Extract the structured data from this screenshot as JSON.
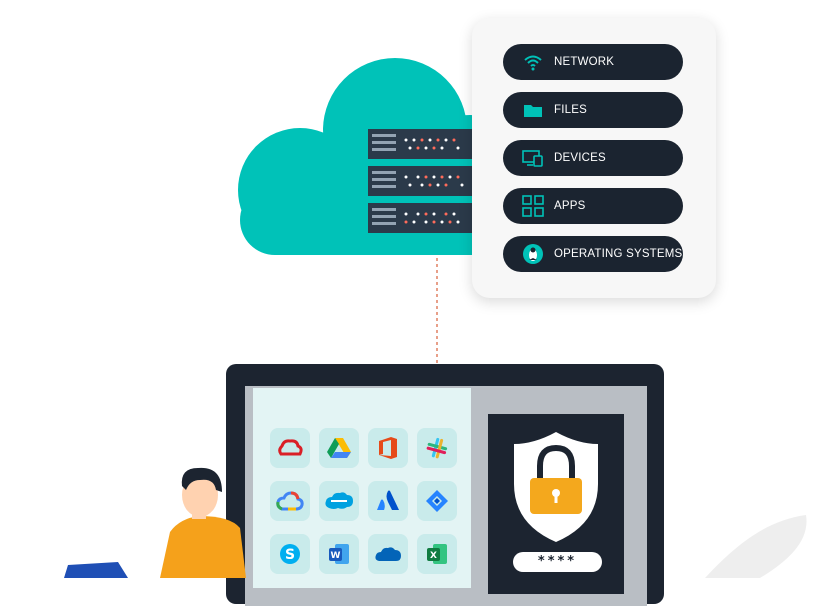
{
  "menu": {
    "items": [
      {
        "label": "NETWORK",
        "icon": "wifi-icon"
      },
      {
        "label": "FILES",
        "icon": "folder-icon"
      },
      {
        "label": "DEVICES",
        "icon": "devices-icon"
      },
      {
        "label": "APPS",
        "icon": "apps-grid-icon"
      },
      {
        "label": "OPERATING SYSTEMS",
        "icon": "linux-icon"
      }
    ]
  },
  "security": {
    "password_mask": "****"
  },
  "apps": [
    "adobe-creative-cloud-icon",
    "google-drive-icon",
    "office-icon",
    "slack-icon",
    "google-cloud-icon",
    "salesforce-icon",
    "atlassian-icon",
    "jira-icon",
    "skype-icon",
    "word-icon",
    "onedrive-icon",
    "excel-icon"
  ],
  "colors": {
    "accent": "#00c2b8",
    "dark": "#1b2430",
    "lock": "#f4a81d"
  }
}
